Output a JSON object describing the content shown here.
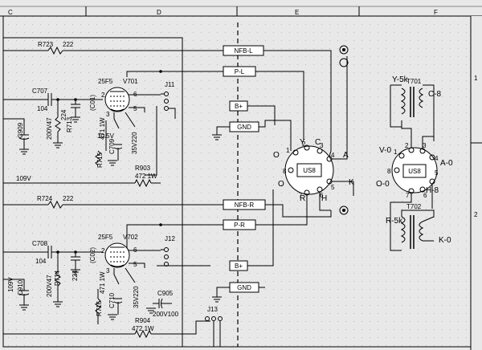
{
  "sheet": {
    "columns": [
      "C",
      "D",
      "E",
      "F"
    ],
    "rows": [
      "1",
      "2"
    ]
  },
  "nets": {
    "nfb_l": "NFB-L",
    "p_l": "P-L",
    "bplus_1": "B+",
    "gnd_1": "GND",
    "nfb_r": "NFB-R",
    "p_r": "P-R",
    "bplus_2": "B+",
    "gnd_2": "GND"
  },
  "components": {
    "r723": {
      "ref": "R723",
      "value": "222"
    },
    "r724": {
      "ref": "R724",
      "value": "222"
    },
    "c707": {
      "ref": "C707",
      "value": "104"
    },
    "c708": {
      "ref": "C708",
      "value": "104"
    },
    "r713": {
      "ref": "R713",
      "value": "224"
    },
    "r714": {
      "ref": "R714",
      "value": "224"
    },
    "c01": "(C01)",
    "c02": "(C02)",
    "v701": {
      "ref": "V701",
      "type": "25F5"
    },
    "v702": {
      "ref": "V702",
      "type": "25F5"
    },
    "j11": "J11",
    "j12": "J12",
    "j13": "J13",
    "r715": {
      "ref": "R715",
      "value": "471 1W"
    },
    "r716": {
      "ref": "R716",
      "value": "471 1W"
    },
    "c709": {
      "ref": "C709",
      "value": "35V220"
    },
    "c710": {
      "ref": "C710",
      "value": "35V220"
    },
    "heater": "10.5V",
    "c909": {
      "ref": "C909",
      "value": "200V47"
    },
    "c910": {
      "ref": "C910",
      "value": "200V47"
    },
    "supply": "109V",
    "supply_cut": "109V",
    "r903": {
      "ref": "R903",
      "value": "472 1W"
    },
    "r904": {
      "ref": "R904",
      "value": "472 1W"
    },
    "c905": {
      "ref": "C905",
      "value": "200V100"
    }
  },
  "socket_left": {
    "name": "US8",
    "letters": {
      "o_top": "O",
      "y": "Y",
      "c": "C",
      "a": "A",
      "o_left": "O",
      "k": "K",
      "r": "R",
      "h": "H"
    },
    "pins": [
      "1",
      "2",
      "3",
      "4",
      "5",
      "6",
      "7",
      "8"
    ]
  },
  "socket_right": {
    "name": "US8",
    "labels": {
      "v0": "V-0",
      "a0": "A-0",
      "o0": "O-0",
      "h8": "H-8"
    },
    "pins": [
      "1",
      "2",
      "3",
      "4",
      "5",
      "6",
      "7",
      "8"
    ]
  },
  "transformers": {
    "t701": {
      "ref": "T701",
      "left": "Y-5k",
      "right": "C-8"
    },
    "t702": {
      "ref": "T702",
      "left": "R-5k",
      "right": "K-0"
    }
  }
}
